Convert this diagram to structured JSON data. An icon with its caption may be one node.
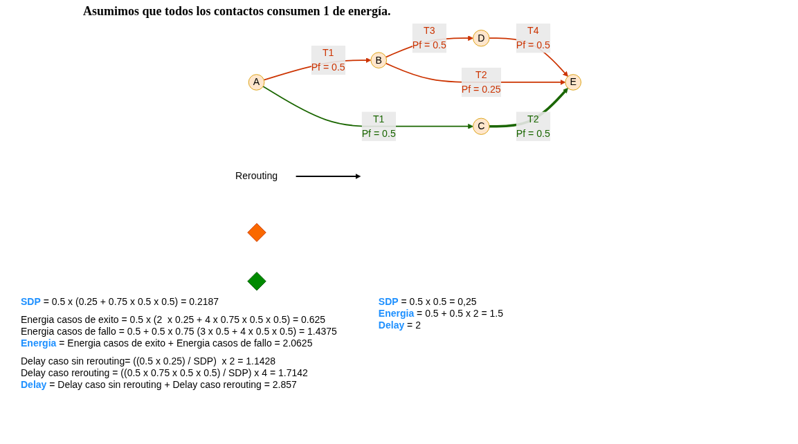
{
  "diagram": {
    "title": "Asumimos que todos los contactos consumen 1 de energía.",
    "nodes": [
      {
        "text": [
          "A"
        ]
      },
      {
        "text": [
          "B"
        ]
      },
      {
        "text": [
          "C"
        ]
      },
      {
        "text": [
          "D"
        ]
      },
      {
        "text": [
          "E"
        ]
      },
      {
        "text": [
          "Rerouting"
        ]
      },
      {
        "text": [],
        "shape": "diamond"
      },
      {
        "text": [],
        "shape": "diamond"
      }
    ],
    "edges": [
      {
        "from": 0,
        "to": 1,
        "arrow": "to",
        "label": "T1"
      },
      {
        "from": 1,
        "to": 3,
        "arrow": "to",
        "label": "T3"
      },
      {
        "from": 3,
        "to": 4,
        "arrow": "to",
        "label": "T4"
      },
      {
        "from": 1,
        "to": 4,
        "arrow": "to",
        "label": "T2"
      },
      {
        "from": 0,
        "to": 2,
        "arrow": "to",
        "label": "T1",
        "color": "#1a6600"
      },
      {
        "from": 2,
        "to": 4,
        "arrow": "to",
        "label": "T2",
        "style": "thick",
        "color": "#1a6600"
      },
      {
        "from": 5,
        "to": null,
        "arrow": "to",
        "color": "#000000"
      }
    ],
    "labels": [
      "Pf = 0.5",
      "Pf = 0.5",
      "Pf = 0.5",
      "Pf = 0.25",
      "Pf = 0.5",
      "Pf = 0.5",
      "**SDP** = 0.5 x (0.25 + 0.75 x 0.5 x 0.5) = 0.2187",
      "Energia casos de exito = 0.5 x (2  x 0.25 + 4 x 0.75 x 0.5 x 0.5) = 0.625",
      "Energia casos de fallo = 0.5 + 0.5 x 0.75 (3 x 0.5 + 4 x 0.5 x 0.5) = 1.4375",
      "**Energia** = Energia casos de exito + Energia casos de fallo = 2.0625",
      "Delay caso sin rerouting= ((0.5 x 0.25) / SDP)  x 2 = 1.1428",
      "Delay caso rerouting = ((0.5 x 0.75 x 0.5 x 0.5) / SDP) x 4 = 1.7142",
      "**Delay** = Delay caso sin rerouting + Delay caso rerouting = 2.857",
      "**SDP** = 0.5 x 0.5 = 0,25",
      "**Energia** = 0.5 + 0.5 x 2 = 1.5",
      "**Delay** = 2"
    ]
  }
}
